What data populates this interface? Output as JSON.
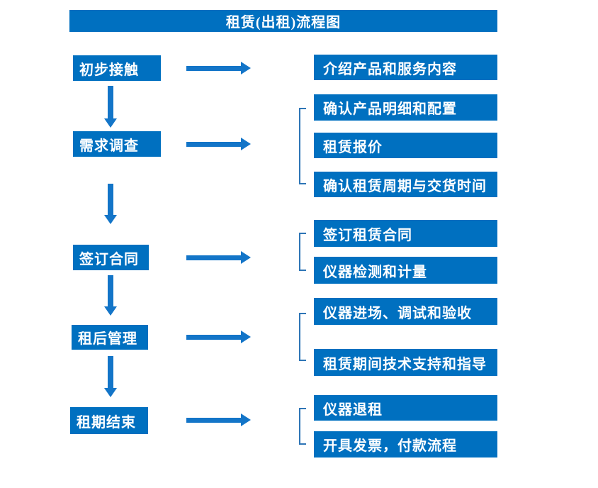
{
  "title": "租赁(出租)流程图",
  "colors": {
    "box_blue": "#0070c0",
    "arrow_blue": "#1375c8",
    "bracket_blue": "#2e75b6",
    "text_white": "#ffffff",
    "background": "#ffffff"
  },
  "icons": {
    "right_arrow": "arrow-right-icon",
    "down_arrow": "arrow-down-icon",
    "bracket": "bracket-connector"
  },
  "steps": [
    {
      "label": "初步接触",
      "details": [
        "介绍产品和服务内容"
      ]
    },
    {
      "label": "需求调查",
      "details": [
        "确认产品明细和配置",
        "租赁报价",
        "确认租赁周期与交货时间"
      ]
    },
    {
      "label": "签订合同",
      "details": [
        "签订租赁合同",
        "仪器检测和计量"
      ]
    },
    {
      "label": "租后管理",
      "details": [
        "仪器进场、调试和验收",
        "租赁期间技术支持和指导"
      ]
    },
    {
      "label": "租期结束",
      "details": [
        "仪器退租",
        "开具发票，付款流程"
      ]
    }
  ]
}
